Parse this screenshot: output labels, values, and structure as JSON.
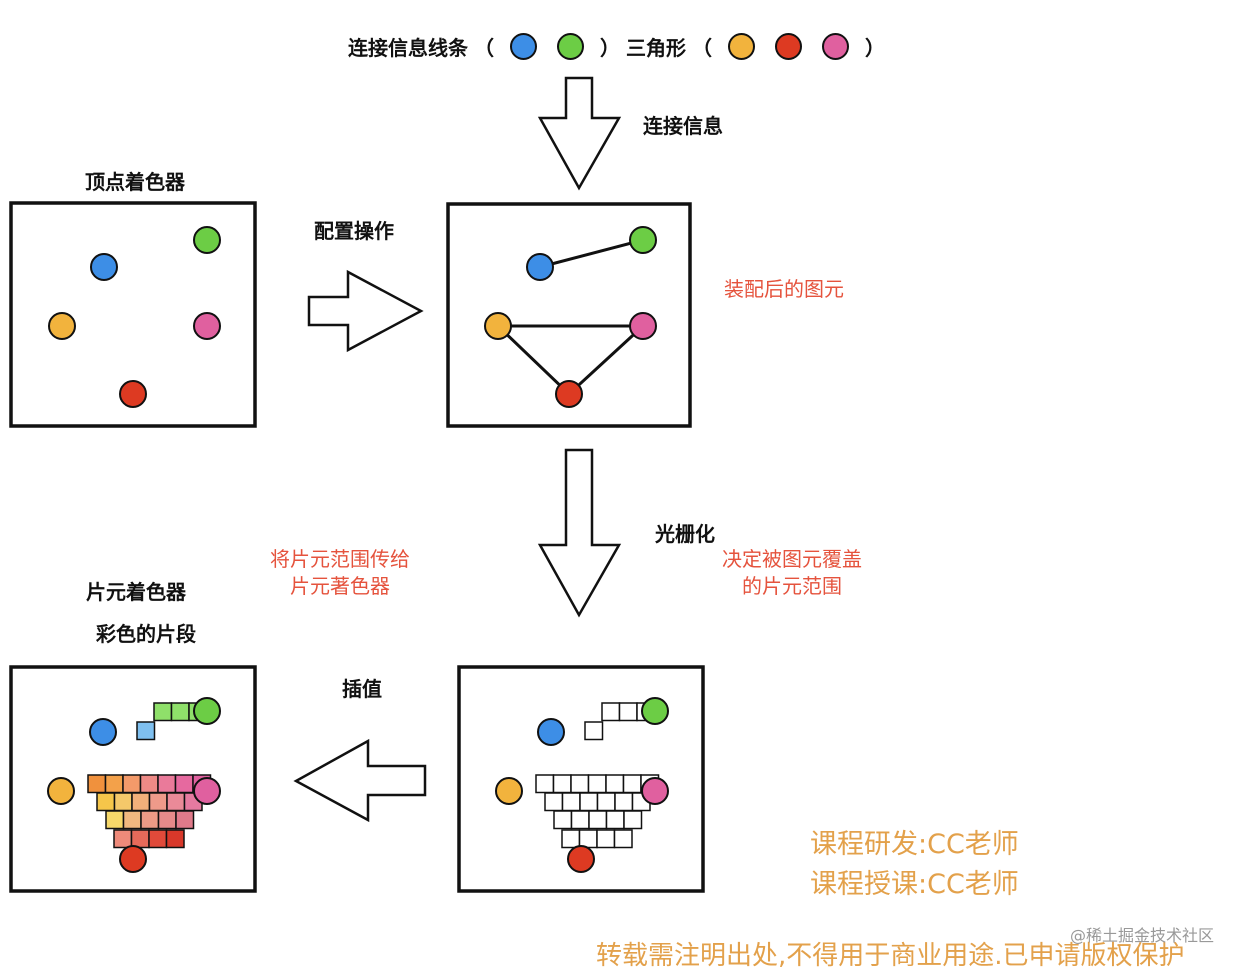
{
  "legend": {
    "line_label": "连接信息线条",
    "triangle_label": "三角形",
    "open_paren": "（",
    "close_paren": "）"
  },
  "colors": {
    "blue": "#3d8ee6",
    "green": "#6ccd45",
    "yellow": "#f2b33d",
    "red": "#dd3a22",
    "pink": "#e0609f",
    "red_text": "#e5533d",
    "gold_text": "#e3a14b"
  },
  "labels": {
    "connection_info": "连接信息",
    "vertex_shader": "顶点着色器",
    "config_op": "配置操作",
    "assembled_primitive": "装配后的图元",
    "rasterize": "光栅化",
    "decide_line1": "决定被图元覆盖",
    "decide_line2": "的片元范围",
    "pass_line1": "将片元范围传给",
    "pass_line2": "片元著色器",
    "fragment_shader": "片元着色器",
    "colored_fragments": "彩色的片段",
    "interpolate": "插值"
  },
  "credits": {
    "dev": "课程研发:CC老师",
    "teach": "课程授课:CC老师",
    "notice": "转载需注明出处,不得用于商业用途.已申请版权保护",
    "watermark": "@稀土掘金技术社区"
  }
}
